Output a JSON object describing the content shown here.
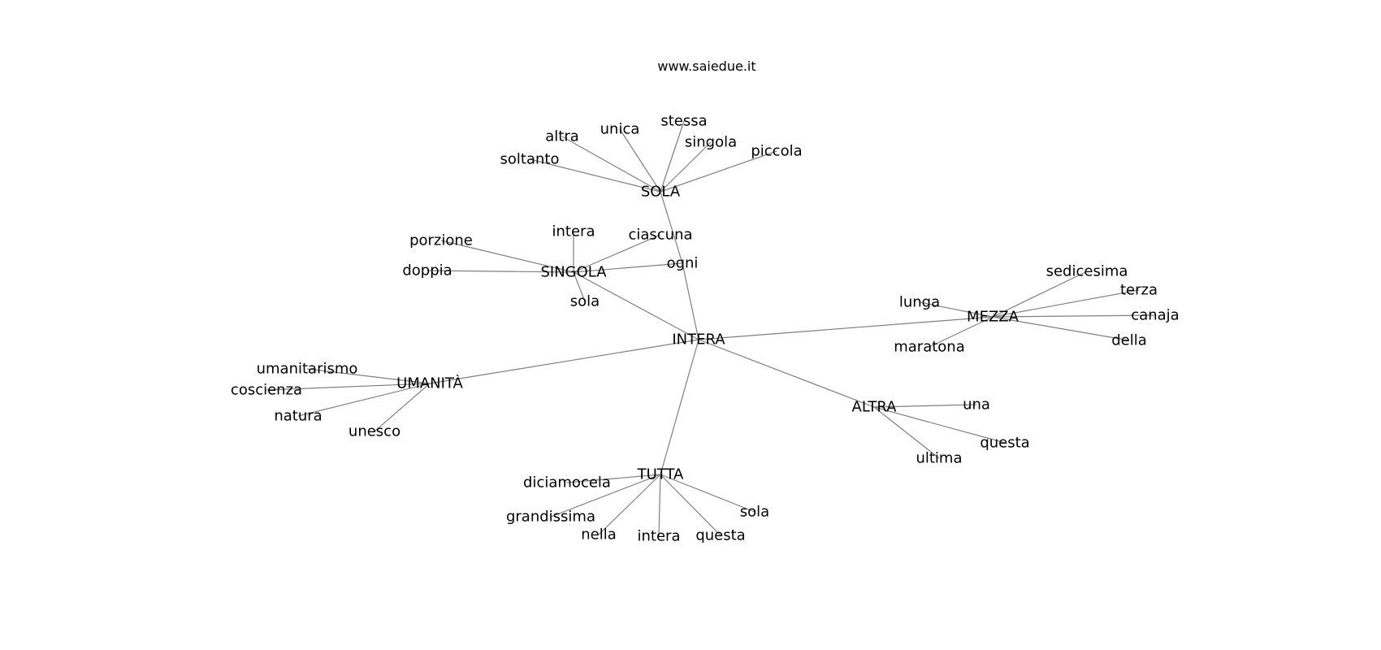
{
  "header": {
    "site": "www.saiedue.it"
  },
  "graph": {
    "edge_color": "#808080",
    "text_color": "#000000",
    "background": "#ffffff",
    "nodes": [
      {
        "id": "intera_c",
        "label": "INTERA"
      },
      {
        "id": "sola_c",
        "label": "SOLA"
      },
      {
        "id": "singola_c",
        "label": "SINGOLA"
      },
      {
        "id": "mezza_c",
        "label": "MEZZA"
      },
      {
        "id": "umanita_c",
        "label": "UMANITÀ"
      },
      {
        "id": "altra_c",
        "label": "ALTRA"
      },
      {
        "id": "tutta_c",
        "label": "TUTTA"
      },
      {
        "id": "ogni",
        "label": "ogni"
      },
      {
        "id": "sola_altra",
        "label": "altra"
      },
      {
        "id": "sola_unica",
        "label": "unica"
      },
      {
        "id": "sola_stessa",
        "label": "stessa"
      },
      {
        "id": "sola_singola",
        "label": "singola"
      },
      {
        "id": "sola_piccola",
        "label": "piccola"
      },
      {
        "id": "sola_soltanto",
        "label": "soltanto"
      },
      {
        "id": "sing_porzione",
        "label": "porzione"
      },
      {
        "id": "sing_intera",
        "label": "intera"
      },
      {
        "id": "sing_ciascuna",
        "label": "ciascuna"
      },
      {
        "id": "sing_doppia",
        "label": "doppia"
      },
      {
        "id": "sing_sola",
        "label": "sola"
      },
      {
        "id": "mezza_sedicesima",
        "label": "sedicesima"
      },
      {
        "id": "mezza_terza",
        "label": "terza"
      },
      {
        "id": "mezza_lunga",
        "label": "lunga"
      },
      {
        "id": "mezza_canaja",
        "label": "canaja"
      },
      {
        "id": "mezza_maratona",
        "label": "maratona"
      },
      {
        "id": "mezza_della",
        "label": "della"
      },
      {
        "id": "uman_umanitarismo",
        "label": "umanitarismo"
      },
      {
        "id": "uman_coscienza",
        "label": "coscienza"
      },
      {
        "id": "uman_natura",
        "label": "natura"
      },
      {
        "id": "uman_unesco",
        "label": "unesco"
      },
      {
        "id": "altra_una",
        "label": "una"
      },
      {
        "id": "altra_questa",
        "label": "questa"
      },
      {
        "id": "altra_ultima",
        "label": "ultima"
      },
      {
        "id": "tutta_diciamocela",
        "label": "diciamocela"
      },
      {
        "id": "tutta_grandissima",
        "label": "grandissima"
      },
      {
        "id": "tutta_nella",
        "label": "nella"
      },
      {
        "id": "tutta_intera",
        "label": "intera"
      },
      {
        "id": "tutta_questa",
        "label": "questa"
      },
      {
        "id": "tutta_sola",
        "label": "sola"
      }
    ],
    "edges": [
      [
        "intera_c",
        "ogni"
      ],
      [
        "ogni",
        "sola_c"
      ],
      [
        "intera_c",
        "singola_c"
      ],
      [
        "intera_c",
        "mezza_c"
      ],
      [
        "intera_c",
        "umanita_c"
      ],
      [
        "intera_c",
        "altra_c"
      ],
      [
        "intera_c",
        "tutta_c"
      ],
      [
        "sola_c",
        "sola_altra"
      ],
      [
        "sola_c",
        "sola_unica"
      ],
      [
        "sola_c",
        "sola_stessa"
      ],
      [
        "sola_c",
        "sola_singola"
      ],
      [
        "sola_c",
        "sola_piccola"
      ],
      [
        "sola_c",
        "sola_soltanto"
      ],
      [
        "singola_c",
        "sing_porzione"
      ],
      [
        "singola_c",
        "sing_intera"
      ],
      [
        "singola_c",
        "sing_ciascuna"
      ],
      [
        "singola_c",
        "sing_doppia"
      ],
      [
        "singola_c",
        "sing_sola"
      ],
      [
        "singola_c",
        "ogni"
      ],
      [
        "mezza_c",
        "mezza_sedicesima"
      ],
      [
        "mezza_c",
        "mezza_terza"
      ],
      [
        "mezza_c",
        "mezza_lunga"
      ],
      [
        "mezza_c",
        "mezza_canaja"
      ],
      [
        "mezza_c",
        "mezza_maratona"
      ],
      [
        "mezza_c",
        "mezza_della"
      ],
      [
        "umanita_c",
        "uman_umanitarismo"
      ],
      [
        "umanita_c",
        "uman_coscienza"
      ],
      [
        "umanita_c",
        "uman_natura"
      ],
      [
        "umanita_c",
        "uman_unesco"
      ],
      [
        "altra_c",
        "altra_una"
      ],
      [
        "altra_c",
        "altra_questa"
      ],
      [
        "altra_c",
        "altra_ultima"
      ],
      [
        "tutta_c",
        "tutta_diciamocela"
      ],
      [
        "tutta_c",
        "tutta_grandissima"
      ],
      [
        "tutta_c",
        "tutta_nella"
      ],
      [
        "tutta_c",
        "tutta_intera"
      ],
      [
        "tutta_c",
        "tutta_questa"
      ],
      [
        "tutta_c",
        "tutta_sola"
      ]
    ]
  }
}
